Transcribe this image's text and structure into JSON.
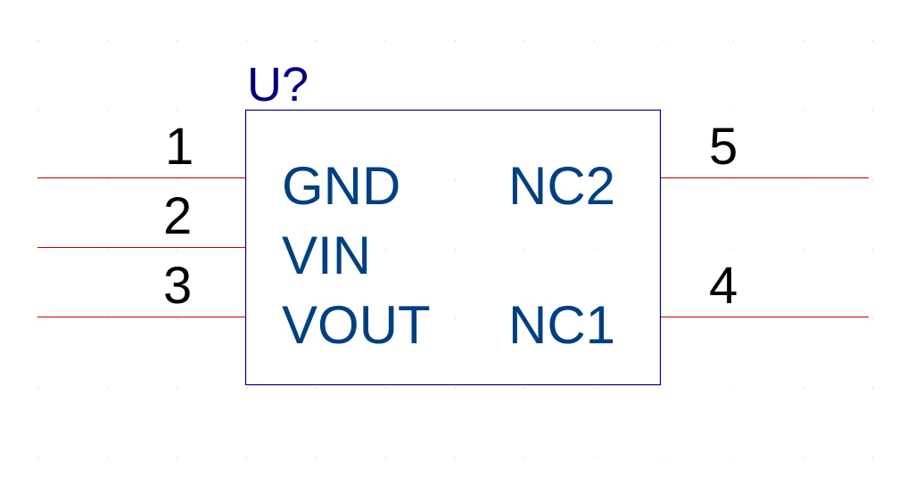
{
  "component": {
    "reference": "U?",
    "colors": {
      "body_outline": "#000080",
      "pin_line": "#c00000",
      "reference_text": "#000080",
      "pin_name_text": "#004080",
      "pin_number_text": "#000000",
      "grid_dot": "#c8c8c8"
    },
    "pins": [
      {
        "number": "1",
        "name": "GND",
        "side": "left"
      },
      {
        "number": "2",
        "name": "VIN",
        "side": "left"
      },
      {
        "number": "3",
        "name": "VOUT",
        "side": "left"
      },
      {
        "number": "5",
        "name": "NC2",
        "side": "right"
      },
      {
        "number": "4",
        "name": "NC1",
        "side": "right"
      }
    ]
  }
}
